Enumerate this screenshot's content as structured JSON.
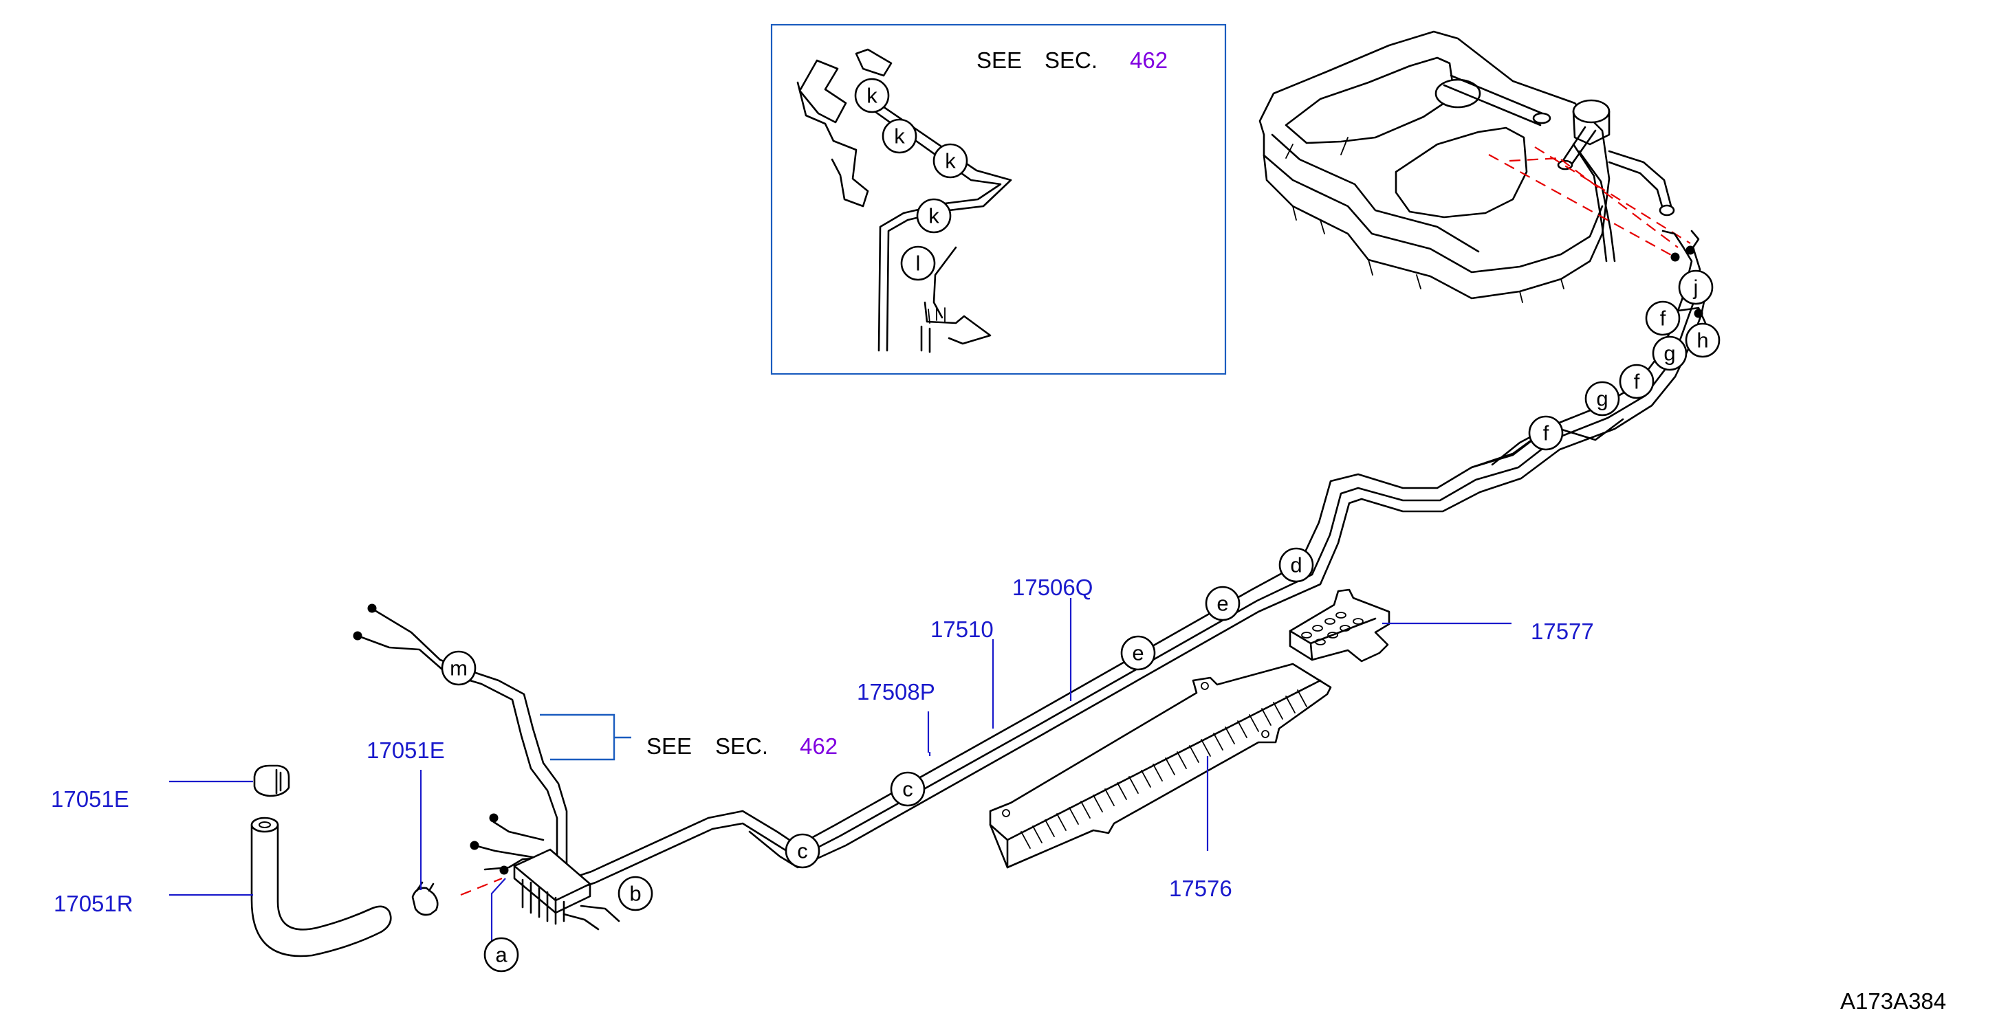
{
  "diagram": {
    "inset_ref": {
      "see": "SEE",
      "sec": "SEC.",
      "number": "462"
    },
    "main_ref": {
      "see": "SEE",
      "sec": "SEC.",
      "number": "462"
    },
    "part_numbers": {
      "p17577": "17577",
      "p17576": "17576",
      "p17506Q": "17506Q",
      "p17510": "17510",
      "p17508P": "17508P",
      "p17051E_left": "17051E",
      "p17051E_center": "17051E",
      "p17051R": "17051R"
    },
    "callouts": {
      "a": "a",
      "b": "b",
      "c1": "c",
      "c2": "c",
      "d": "d",
      "e1": "e",
      "e2": "e",
      "f1": "f",
      "f2": "f",
      "f3": "f",
      "g1": "g",
      "g2": "g",
      "h": "h",
      "j": "j",
      "m": "m",
      "k1": "k",
      "k2": "k",
      "k3": "k",
      "k4": "k",
      "l": "l"
    },
    "figure_code": "A173A384",
    "colors": {
      "part_number": "#1a1acc",
      "section_ref": "#8000e0",
      "dashed_line": "#e60000",
      "inset_border": "#1a5cbf"
    }
  }
}
